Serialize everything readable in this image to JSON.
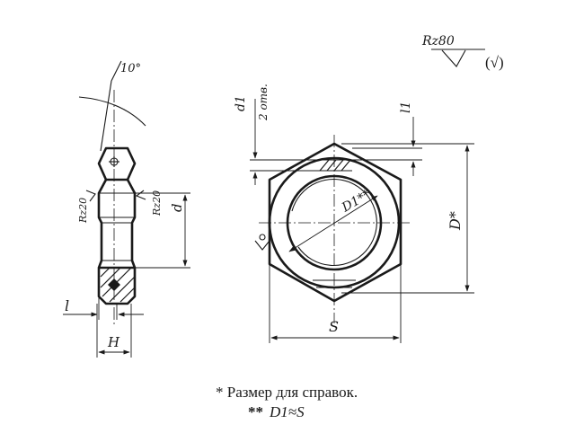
{
  "roughness": {
    "general_symbol_text": "Rz80",
    "bracket_symbol": "(√)",
    "side_left": "Rz20",
    "side_right": "Rz20"
  },
  "side_view": {
    "angle": "10°",
    "dim_l": "l",
    "dim_H": "H",
    "dim_d": "d"
  },
  "front_view": {
    "dim_d1": "d1",
    "dim_d1_note": "2 отв.",
    "dim_l1": "l1",
    "dim_D1": "D1**",
    "dim_D": "D*",
    "dim_S": "S"
  },
  "notes": {
    "line1": "* Размер для справок.",
    "line2_prefix": "**",
    "line2_formula": "D1≈S"
  }
}
